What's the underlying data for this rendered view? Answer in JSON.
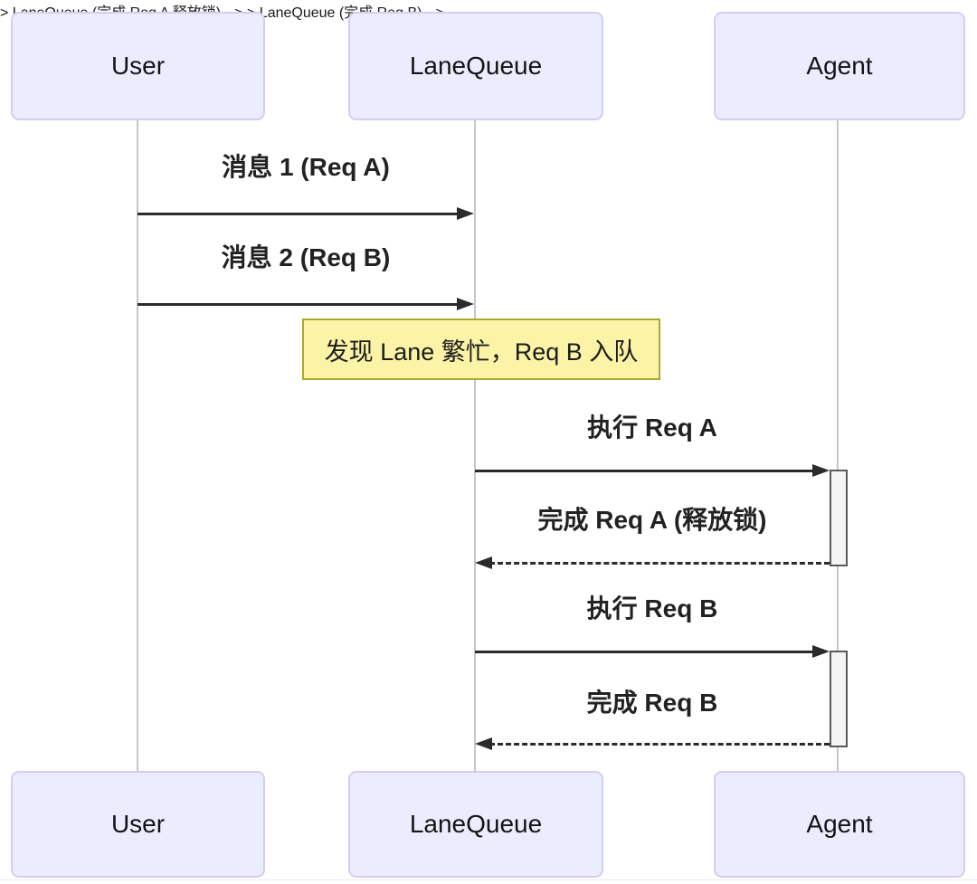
{
  "diagram_type": "sequence-diagram",
  "colors": {
    "actor_fill": "#ECECFF",
    "actor_border": "#d5cdef",
    "note_fill": "#fbf3a6",
    "note_border": "#aaaa33",
    "line_color": "#2b2b2b",
    "lifeline_color": "#c7c7c7",
    "activation_fill": "#f4f4f4",
    "activation_border": "#5a5a5a"
  },
  "actors": [
    {
      "label": "User"
    },
    {
      "label": "LaneQueue"
    },
    {
      "label": "Agent"
    }
  ],
  "messages": [
    {
      "from": "User",
      "to": "LaneQueue",
      "label": "消息 1 (Req A)",
      "line": "solid"
    },
    {
      "from": "User",
      "to": "LaneQueue",
      "label": "消息 2 (Req B)",
      "line": "solid"
    },
    {
      "type": "note",
      "over": "LaneQueue",
      "label": "发现 Lane 繁忙，Req B 入队"
    },
    {
      "from": "LaneQueue",
      "to": "Agent",
      "label": "执行 Req A",
      "line": "solid",
      "activates": "Agent"
    },
    {
      "from": "Agent",
      "to": "LaneQueue",
      "label": "完成 Req A (释放锁)",
      "line": "dashed"
    },
    {
      "from": "LaneQueue",
      "to": "Agent",
      "label": "执行 Req B",
      "line": "solid",
      "activates": "Agent"
    },
    {
      "from": "Agent",
      "to": "LaneQueue",
      "label": "完成 Req B",
      "line": "dashed"
    }
  ]
}
